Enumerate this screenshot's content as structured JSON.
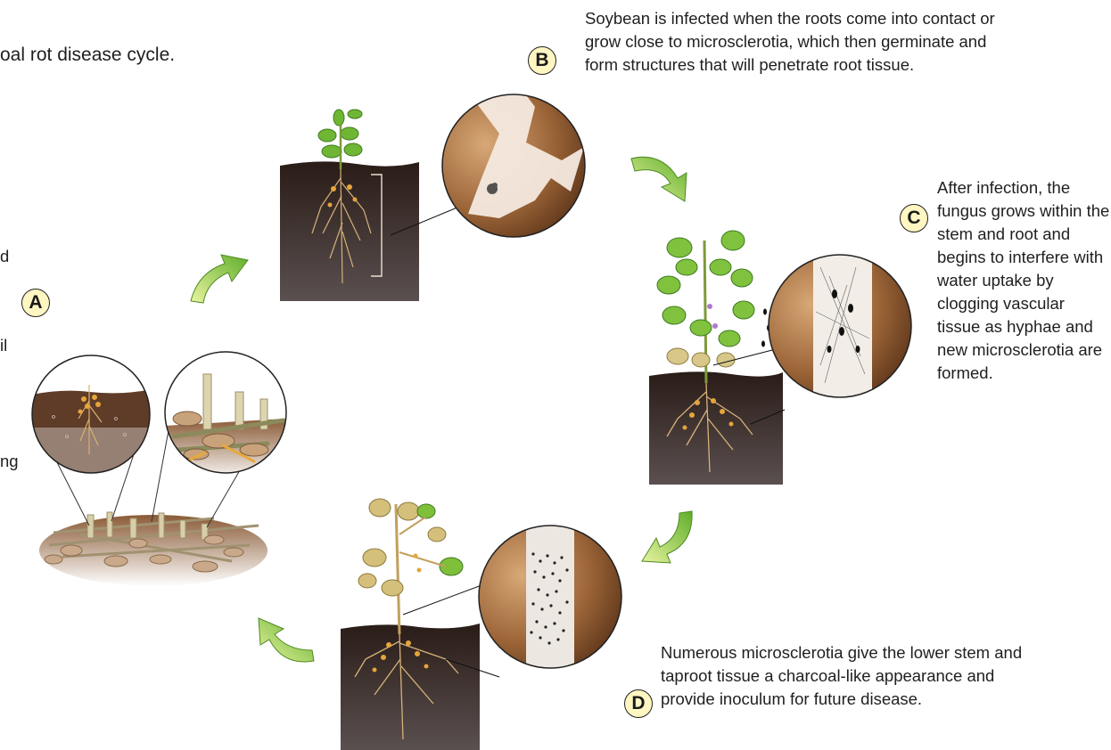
{
  "title": "oal rot disease cycle.",
  "stage_a": {
    "label": "A",
    "text_fragments": [
      "d",
      "il",
      "ng"
    ]
  },
  "stage_b": {
    "label": "B",
    "text": "Soybean is infected when the roots come into contact or grow close to microsclerotia, which then germinate and form structures that will penetrate root tissue."
  },
  "stage_c": {
    "label": "C",
    "text": "After infection, the fungus grows within the stem and root and begins to interfere with water uptake by clogging vascular tissue as hyphae and new microsclerotia are formed."
  },
  "stage_d": {
    "label": "D",
    "text": "Numerous microsclerotia give the lower stem and taproot tissue a charcoal-like appearance and provide inoculum for future disease."
  },
  "colors": {
    "soil": "#3a2a22",
    "badge": "#fff6c2",
    "arrow": "#9fd44a",
    "leaf": "#7fbf3a",
    "root": "#c9a26a"
  }
}
